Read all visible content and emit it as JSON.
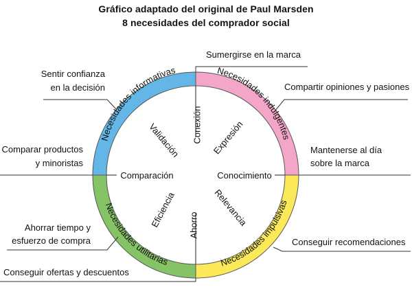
{
  "title": {
    "line1": "Gráfico adaptado del original de Paul Marsden",
    "line2": "8 necesidades del comprador social"
  },
  "ring": {
    "informativas": "Necesidades informativas",
    "indulgentes": "Necesidades indulgentes",
    "utilitarias": "Necesidades utilitarias",
    "impulsivas": "Necesidades impulsivas",
    "colors": {
      "informativas": "#63b6e6",
      "indulgentes": "#f4a6c8",
      "utilitarias": "#86c266",
      "impulsivas": "#fbe95a"
    }
  },
  "inner": {
    "conexion": "Conexión",
    "expresion": "Expresión",
    "conocimiento": "Conocimiento",
    "relevancia": "Relevancia",
    "ahorro": "Ahorro",
    "eficiencia": "Eficiencia",
    "comparacion": "Comparación",
    "validacion": "Validación"
  },
  "callouts": {
    "sumergirse": "Sumergirse en la marca",
    "compartir": "Compartir opiniones y pasiones",
    "mantenerse_1": "Mantenerse al día",
    "mantenerse_2": "sobre la marca",
    "conseguir_recom": "Conseguir recomendaciones",
    "conseguir_ofertas": "Conseguir ofertas y descuentos",
    "ahorrar_1": "Ahorrar tiempo y",
    "ahorrar_2": "esfuerzo de compra",
    "comparar_1": "Comparar productos",
    "comparar_2": "y minoristas",
    "sentir_1": "Sentir confianza",
    "sentir_2": "en la decisión"
  }
}
